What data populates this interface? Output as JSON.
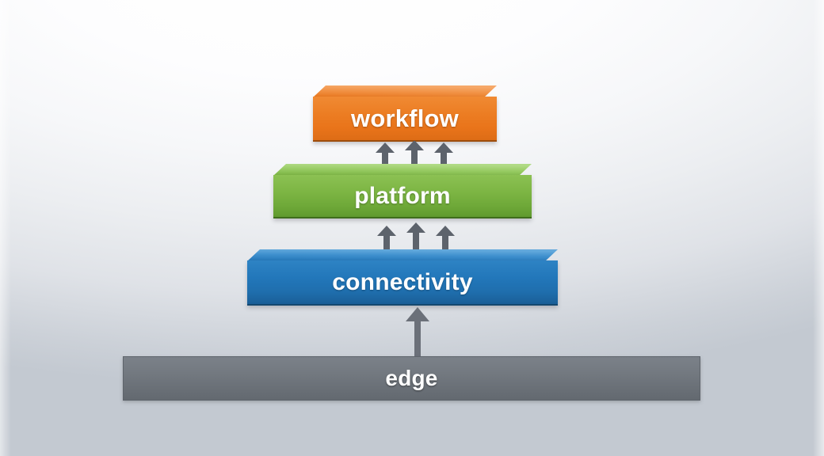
{
  "diagram": {
    "title": "layered architecture stack",
    "background": {
      "top_color": "#ffffff",
      "bottom_color": "#c3c9d1"
    },
    "layers": [
      {
        "id": "workflow",
        "label": "workflow",
        "color": "#ec7d23",
        "color_dark": "#dd6c16",
        "style": "3d-box",
        "order": 4
      },
      {
        "id": "platform",
        "label": "platform",
        "color": "#7cb543",
        "color_dark": "#5f9a2e",
        "style": "3d-box",
        "order": 3
      },
      {
        "id": "connectivity",
        "label": "connectivity",
        "color": "#2277ba",
        "color_dark": "#1a5f97",
        "style": "3d-box",
        "order": 2
      },
      {
        "id": "edge",
        "label": "edge",
        "color": "#737980",
        "color_dark": "#636970",
        "style": "flat-bar",
        "order": 1
      }
    ],
    "connectors": [
      {
        "id": "edge-to-connectivity",
        "from": "edge",
        "to": "connectivity",
        "icon": "arrow-up-icon",
        "count": 1,
        "color": "#6b7079"
      },
      {
        "id": "connectivity-to-platform",
        "from": "connectivity",
        "to": "platform",
        "icon": "arrow-up-icon",
        "count": 3,
        "color": "#5d636c"
      },
      {
        "id": "platform-to-workflow",
        "from": "platform",
        "to": "workflow",
        "icon": "arrow-up-icon",
        "count": 3,
        "color": "#5d636c"
      }
    ]
  }
}
